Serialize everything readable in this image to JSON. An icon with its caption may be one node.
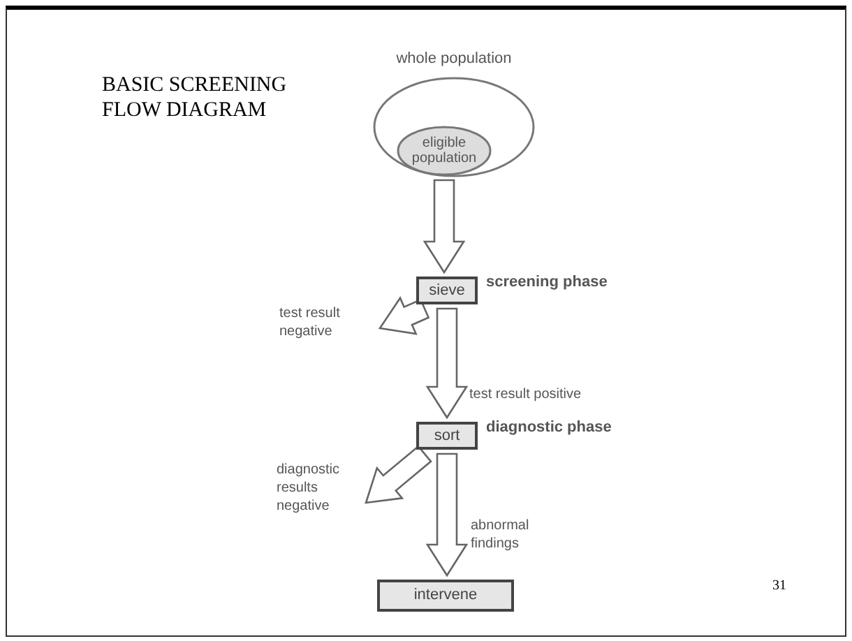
{
  "diagram": {
    "title": "BASIC SCREENING FLOW DIAGRAM",
    "nodes": [
      {
        "text": [
          "whole population"
        ]
      },
      {
        "text": [
          "eligible population"
        ],
        "in": 0
      },
      {
        "text": [
          "sieve"
        ],
        "beside": [
          "screening phase"
        ]
      },
      {
        "text": [
          "test result negative"
        ]
      },
      {
        "text": [
          "sort"
        ],
        "beside": [
          "diagnostic phase"
        ]
      },
      {
        "text": [
          "diagnostic results negative"
        ]
      },
      {
        "text": [
          "intervene"
        ]
      }
    ],
    "edges": [
      {
        "from": 1,
        "to": 2,
        "arrow": "to"
      },
      {
        "from": 2,
        "to": 3,
        "arrow": "to"
      },
      {
        "from": 2,
        "to": 4,
        "arrow": "to",
        "label": "test result positive"
      },
      {
        "from": 4,
        "to": 5,
        "arrow": "to"
      },
      {
        "from": 4,
        "to": 6,
        "arrow": "to",
        "label": "abnormal findings"
      }
    ],
    "labels": [
      "31"
    ]
  }
}
